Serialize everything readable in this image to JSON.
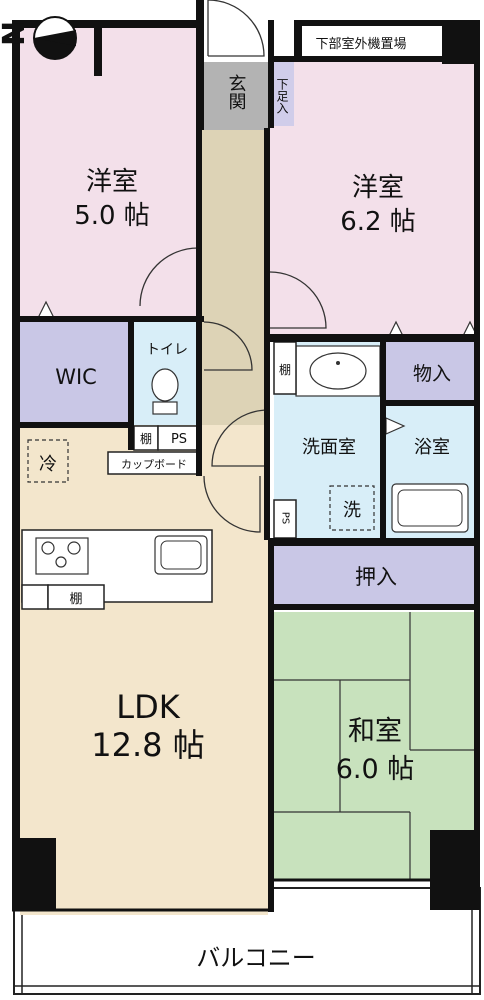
{
  "compass": {
    "north_label": "N"
  },
  "labels": {
    "outdoor_unit": "下部室外機置場",
    "genkan": "玄関",
    "shoebox": "下足入",
    "west_room_name": "洋室",
    "west_room_size": "5.0 帖",
    "east_room_name": "洋室",
    "east_room_size": "6.2 帖",
    "wic": "WIC",
    "toilet": "トイレ",
    "shelf": "棚",
    "ps": "PS",
    "cupboard": "カップボード",
    "fridge": "冷",
    "storage": "物入",
    "washroom": "洗面室",
    "bathroom": "浴室",
    "washer": "洗",
    "oshiire": "押入",
    "ldk_name": "LDK",
    "ldk_size": "12.8 帖",
    "washitsu_name": "和室",
    "washitsu_size": "6.0 帖",
    "balcony": "バルコニー"
  },
  "colors": {
    "pink": "#f3e0ea",
    "wic_purple": "#c9c7e6",
    "light_blue": "#d8eef8",
    "floor_beige": "#f3e6cc",
    "corridor": "#ddd3b6",
    "genkan_gray": "#b3b3b3",
    "washitsu_green": "#c8e2bd",
    "wall": "#111111"
  }
}
